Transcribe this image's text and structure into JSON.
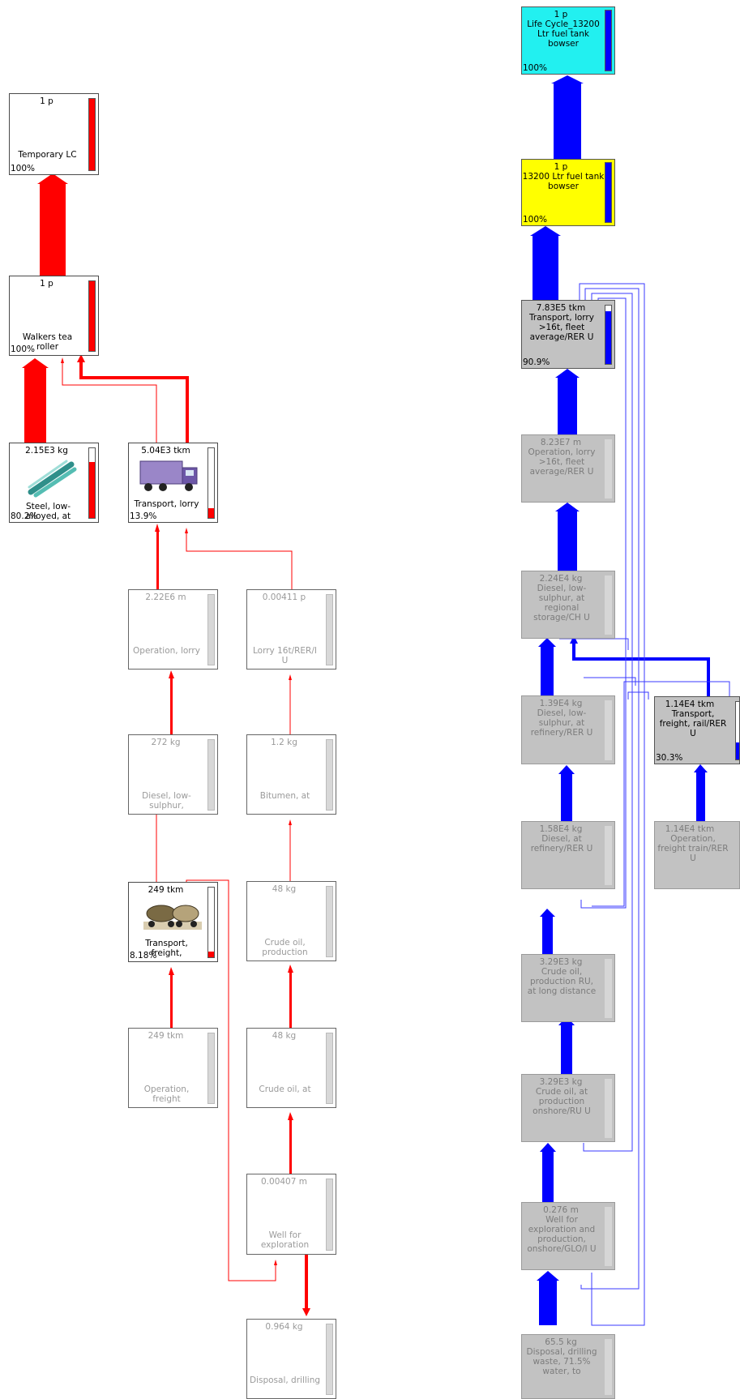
{
  "colors": {
    "left_flow": "#ff0000",
    "right_flow": "#0000ff",
    "cyan": "#22f0f0",
    "yellow": "#ffff00",
    "gray": "#c2c2c2"
  },
  "left_tree": {
    "temporary_lc": {
      "qty": "1 p",
      "name": "Temporary LC",
      "pct": "100%",
      "share": 1.0
    },
    "walkers_tea_roller": {
      "qty": "1 p",
      "name": "Walkers tea roller",
      "pct": "100%",
      "share": 1.0
    },
    "steel_low_alloyed": {
      "qty": "2.15E3 kg",
      "name": "Steel, low-alloyed, at",
      "pct": "80.2%",
      "share": 0.802,
      "icon": "steel-rods-icon"
    },
    "transport_lorry": {
      "qty": "5.04E3 tkm",
      "name": "Transport, lorry",
      "pct": "13.9%",
      "share": 0.139,
      "icon": "truck-icon"
    },
    "operation_lorry": {
      "qty": "2.22E6 m",
      "name": "Operation, lorry"
    },
    "lorry_16t": {
      "qty": "0.00411 p",
      "name": "Lorry 16t/RER/I U"
    },
    "diesel_low_sulphur": {
      "qty": "272 kg",
      "name": "Diesel, low-sulphur,"
    },
    "bitumen": {
      "qty": "1.2 kg",
      "name": "Bitumen, at"
    },
    "transport_freight": {
      "qty": "249 tkm",
      "name": "Transport, freight,",
      "pct": "8.18%",
      "share": 0.0818,
      "icon": "freight-train-icon"
    },
    "crude_oil_production": {
      "qty": "48 kg",
      "name": "Crude oil, production"
    },
    "operation_freight": {
      "qty": "249 tkm",
      "name": "Operation, freight"
    },
    "crude_oil_at": {
      "qty": "48 kg",
      "name": "Crude oil, at"
    },
    "well_for_exploration": {
      "qty": "0.00407 m",
      "name": "Well for exploration"
    },
    "disposal_drilling": {
      "qty": "0.964 kg",
      "name": "Disposal, drilling"
    }
  },
  "right_tree": {
    "life_cycle": {
      "qty": "1 p",
      "name": "Life Cycle_13200 Ltr fuel tank bowser",
      "pct": "100%",
      "share": 1.0
    },
    "fuel_tank_bowser": {
      "qty": "1 p",
      "name": "13200 Ltr fuel tank bowser",
      "pct": "100%",
      "share": 1.0
    },
    "transport_lorry_fleet": {
      "qty": "7.83E5 tkm",
      "name": "Transport, lorry >16t, fleet average/RER U",
      "pct": "90.9%",
      "share": 0.909
    },
    "operation_lorry_fleet": {
      "qty": "8.23E7 m",
      "name": "Operation, lorry >16t, fleet average/RER U"
    },
    "diesel_regional_storage": {
      "qty": "2.24E4 kg",
      "name": "Diesel, low-sulphur, at regional storage/CH U"
    },
    "diesel_refinery_lowsulphur": {
      "qty": "1.39E4 kg",
      "name": "Diesel, low-sulphur, at refinery/RER U"
    },
    "transport_freight_rail": {
      "qty": "1.14E4 tkm",
      "name": "Transport, freight, rail/RER U",
      "pct": "30.3%",
      "share": 0.303
    },
    "diesel_refinery": {
      "qty": "1.58E4 kg",
      "name": "Diesel, at refinery/RER U"
    },
    "operation_freight_train": {
      "qty": "1.14E4 tkm",
      "name": "Operation, freight train/RER U"
    },
    "crude_oil_production_ru": {
      "qty": "3.29E3 kg",
      "name": "Crude oil, production RU, at long distance"
    },
    "crude_oil_onshore_ru": {
      "qty": "3.29E3 kg",
      "name": "Crude oil, at production onshore/RU U"
    },
    "well_exploration_glo": {
      "qty": "0.276 m",
      "name": "Well for exploration and production, onshore/GLO/I U"
    },
    "disposal_drilling_waste": {
      "qty": "65.5 kg",
      "name": "Disposal, drilling waste, 71.5% water, to"
    }
  }
}
